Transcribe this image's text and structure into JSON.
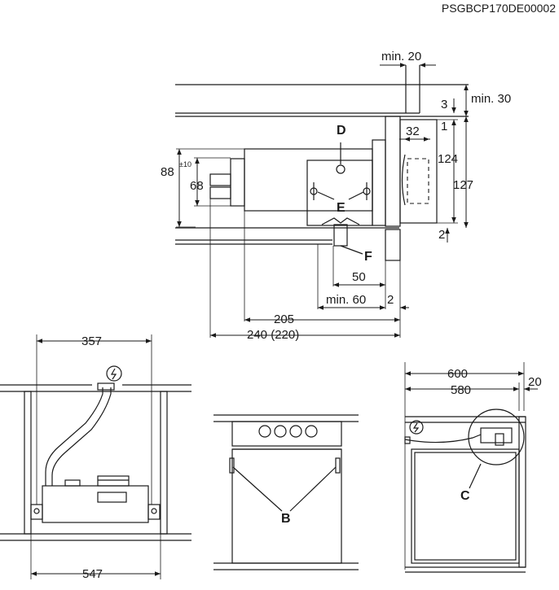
{
  "code": "PSGBCP170DE00002",
  "top_view": {
    "dims": {
      "min20": "min. 20",
      "min30": "min. 30",
      "d3": "3",
      "d1": "1",
      "d32": "32",
      "d124": "124",
      "d127": "127",
      "d2a": "2",
      "d88": "88",
      "tol": "±10",
      "d68": "68",
      "d50": "50",
      "min60": "min. 60",
      "d2b": "2",
      "d205": "205",
      "d240": "240 (220)"
    },
    "labels": {
      "D": "D",
      "E": "E",
      "F": "F"
    }
  },
  "bottom_left": {
    "d357": "357",
    "d547": "547"
  },
  "bottom_mid": {
    "B": "B"
  },
  "bottom_right": {
    "d600": "600",
    "d580": "580",
    "d20": "20",
    "C": "C"
  },
  "icons": [
    "power-icon",
    "power-icon"
  ]
}
